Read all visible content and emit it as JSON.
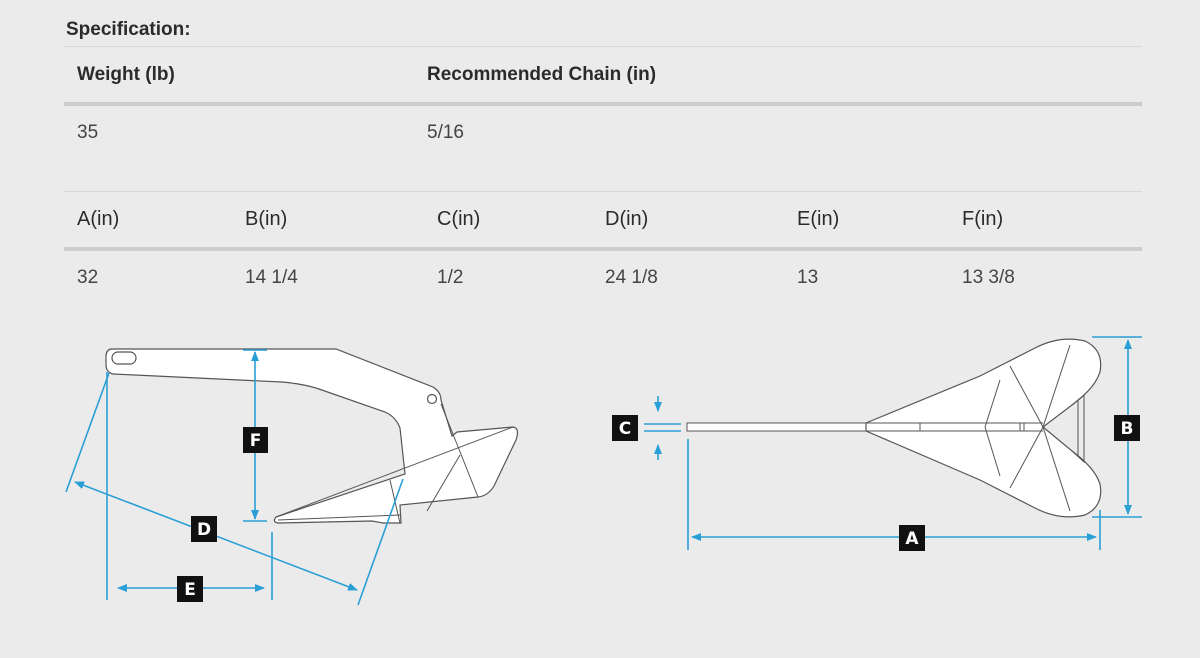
{
  "section_title": "Specification:",
  "table1": {
    "headers": [
      "Weight (lb)",
      "Recommended Chain (in)"
    ],
    "values": [
      "35",
      "5/16"
    ]
  },
  "table2": {
    "headers": [
      "A(in)",
      "B(in)",
      "C(in)",
      "D(in)",
      "E(in)",
      "F(in)"
    ],
    "values": [
      "32",
      "14 1/4",
      "1/2",
      "24 1/8",
      "13",
      "13 3/8"
    ]
  },
  "diagram": {
    "side_view_labels": [
      "F",
      "D",
      "E"
    ],
    "top_view_labels": [
      "C",
      "B",
      "A"
    ],
    "dimension_color": "#2a9fd6",
    "label_bg": "#111111"
  }
}
